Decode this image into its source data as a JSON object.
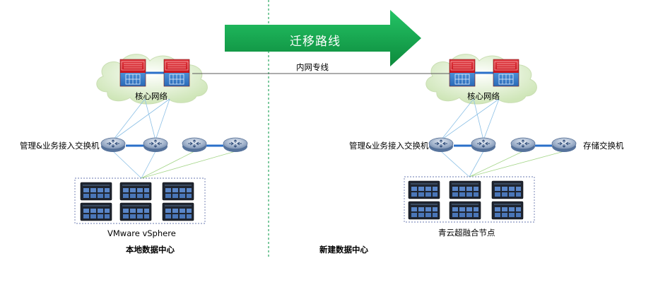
{
  "arrow": {
    "label": "迁移路线",
    "color": "#10a048"
  },
  "link": {
    "label": "内网专线"
  },
  "left": {
    "core_label": "核心网络",
    "access_label": "管理&业务接入交换机",
    "cluster_label": "VMware vSphere",
    "site_label": "本地数据中心"
  },
  "right": {
    "core_label": "核心网络",
    "access_label": "管理&业务接入交换机",
    "storage_label": "存储交换机",
    "cluster_label": "青云超融合节点",
    "site_label": "新建数据中心"
  },
  "colors": {
    "cloud": "#d8ecc4",
    "firewall": "#d4202c",
    "router": "#5a7aa8",
    "link_blue": "#2a6fc9",
    "server": "#1e2430",
    "divider": "#2aa860"
  },
  "icons": [
    "cloud-icon",
    "firewall-icon",
    "router-icon",
    "server-icon"
  ]
}
